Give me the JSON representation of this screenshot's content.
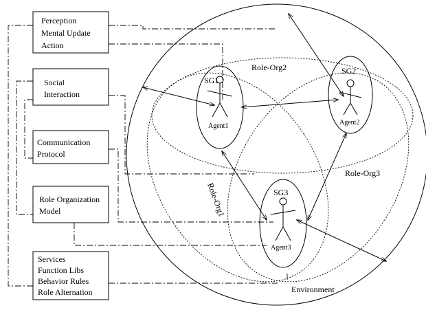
{
  "boxes": {
    "perception": {
      "lines": [
        "Perception",
        "Mental Update",
        "Action"
      ]
    },
    "social": {
      "lines": [
        "Social",
        "Interaction"
      ]
    },
    "communication": {
      "lines": [
        "Communication",
        "Protocol"
      ]
    },
    "role_model": {
      "lines": [
        "Role Organization",
        "Model"
      ]
    },
    "services": {
      "lines": [
        "Services",
        "Function Libs",
        "Behavior Rules",
        "Role Alternation"
      ]
    }
  },
  "agents": [
    {
      "goal": "SG1",
      "name": "Agent1"
    },
    {
      "goal": "SG2",
      "name": "Agent2"
    },
    {
      "goal": "SG3",
      "name": "Agent3"
    }
  ],
  "role_orgs": {
    "org1": "Role-Org1",
    "org2": "Role-Org2",
    "org3": "Role-Org3"
  },
  "environment": "Environment"
}
